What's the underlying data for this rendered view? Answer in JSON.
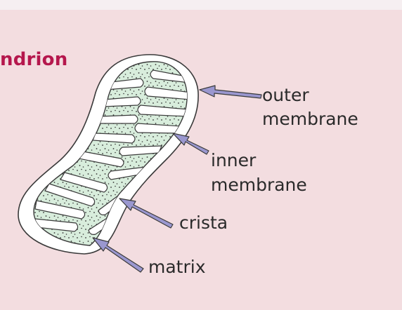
{
  "heading": "ndrion",
  "labels": {
    "outer_1": "outer",
    "outer_2": "membrane",
    "inner_1": "inner",
    "inner_2": "membrane",
    "crista": "crista",
    "matrix": "matrix"
  },
  "colors": {
    "background": "#f3dde0",
    "heading": "#b5174d",
    "outer_fill": "#ffffff",
    "matrix_fill": "#d8eddc",
    "arrow": "#9a97cf"
  }
}
